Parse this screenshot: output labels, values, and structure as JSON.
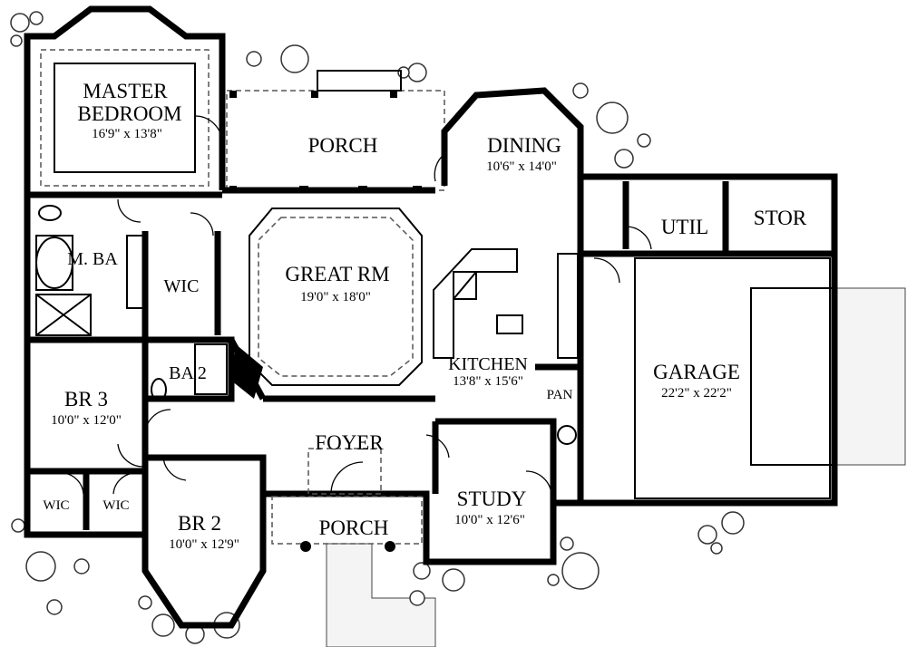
{
  "title": "Floor Plan",
  "rooms": {
    "master_bedroom": {
      "name_line1": "MASTER",
      "name_line2": "BEDROOM",
      "size": "16'9\" x 13'8\""
    },
    "porch_rear": {
      "name": "PORCH"
    },
    "dining": {
      "name": "DINING",
      "size": "10'6\" x 14'0\""
    },
    "util": {
      "name": "UTIL"
    },
    "stor": {
      "name": "STOR"
    },
    "m_ba": {
      "name": "M. BA"
    },
    "wic_master": {
      "name": "WIC"
    },
    "great_rm": {
      "name": "GREAT RM",
      "size": "19'0\" x 18'0\""
    },
    "kitchen": {
      "name": "KITCHEN",
      "size": "13'8\" x 15'6\""
    },
    "pan": {
      "name": "PAN"
    },
    "garage": {
      "name": "GARAGE",
      "size": "22'2\" x 22'2\""
    },
    "ba2": {
      "name": "BA 2"
    },
    "br3": {
      "name": "BR 3",
      "size": "10'0\" x 12'0\""
    },
    "foyer": {
      "name": "FOYER"
    },
    "wic1": {
      "name": "WIC"
    },
    "wic2": {
      "name": "WIC"
    },
    "br2": {
      "name": "BR 2",
      "size": "10'0\" x 12'9\""
    },
    "porch_front": {
      "name": "PORCH"
    },
    "study": {
      "name": "STUDY",
      "size": "10'0\" x 12'6\""
    }
  }
}
